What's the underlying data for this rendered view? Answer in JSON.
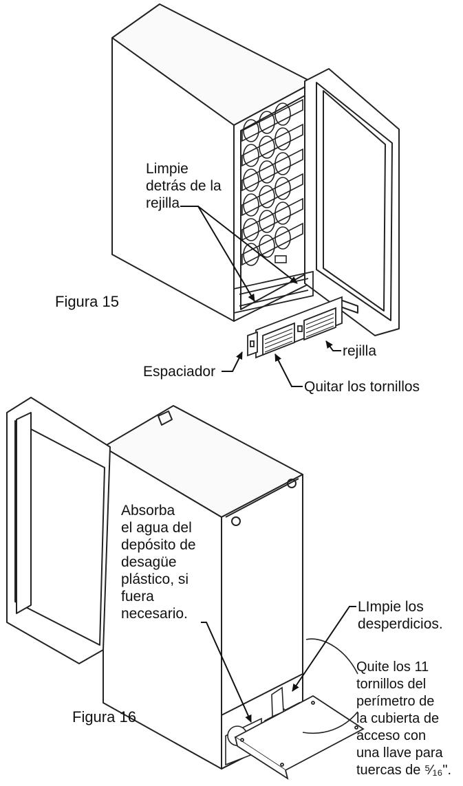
{
  "figure15": {
    "title": "Figura 15",
    "clean_behind_grille": "Limpie\ndetrás de la\nrejilla",
    "grille": "rejilla",
    "spacer": "Espaciador",
    "remove_screws": "Quitar los tornillos"
  },
  "figure16": {
    "title": "Figura 16",
    "absorb_water": "Absorba\nel agua del\ndepósito de\ndesagüe\nplástico, si\nfuera\nnecesario.",
    "clean_debris": "LImpie los\ndesperdicios.",
    "remove_11_screws": "Quite los 11\ntornillos del\nperímetro de\nla cubierta de\nacceso con\nuna llave para\ntuercas de ⁵⁄₁₆\"."
  }
}
